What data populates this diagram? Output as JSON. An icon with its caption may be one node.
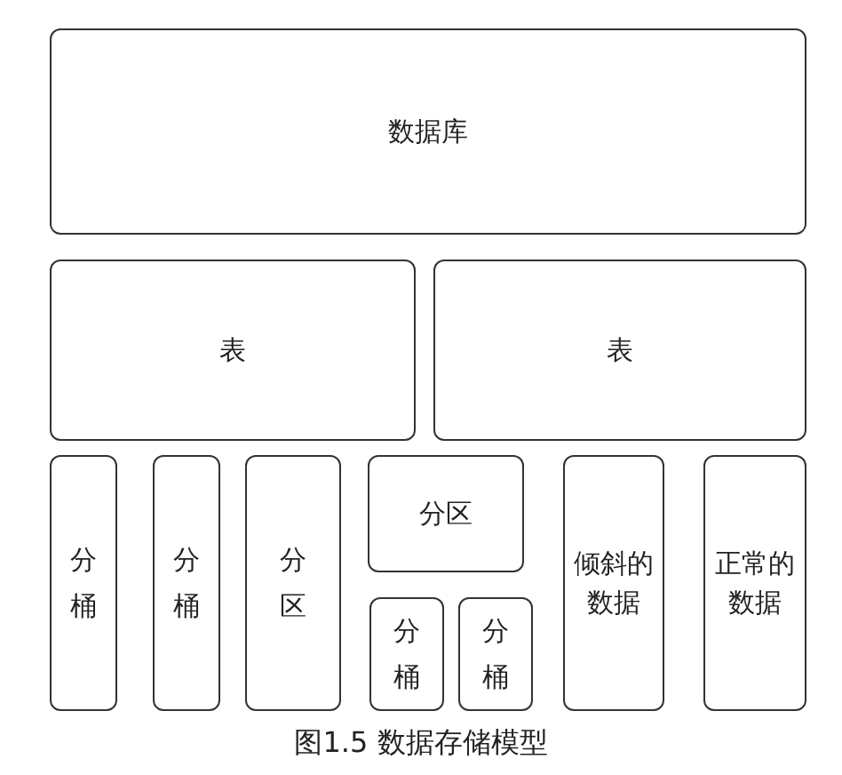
{
  "diagram": {
    "caption": "图1.5 数据存储模型",
    "nodes": [
      {
        "text": [
          "数据库"
        ]
      },
      {
        "text": [
          "表"
        ]
      },
      {
        "text": [
          "表"
        ]
      },
      {
        "text": [
          "分桶"
        ]
      },
      {
        "text": [
          "分桶"
        ]
      },
      {
        "text": [
          "分区"
        ]
      },
      {
        "text": [
          "分区"
        ]
      },
      {
        "text": [
          "分桶"
        ]
      },
      {
        "text": [
          "分桶"
        ]
      },
      {
        "text": [
          "倾斜的数据"
        ]
      },
      {
        "text": [
          "正常的数据"
        ]
      }
    ]
  }
}
